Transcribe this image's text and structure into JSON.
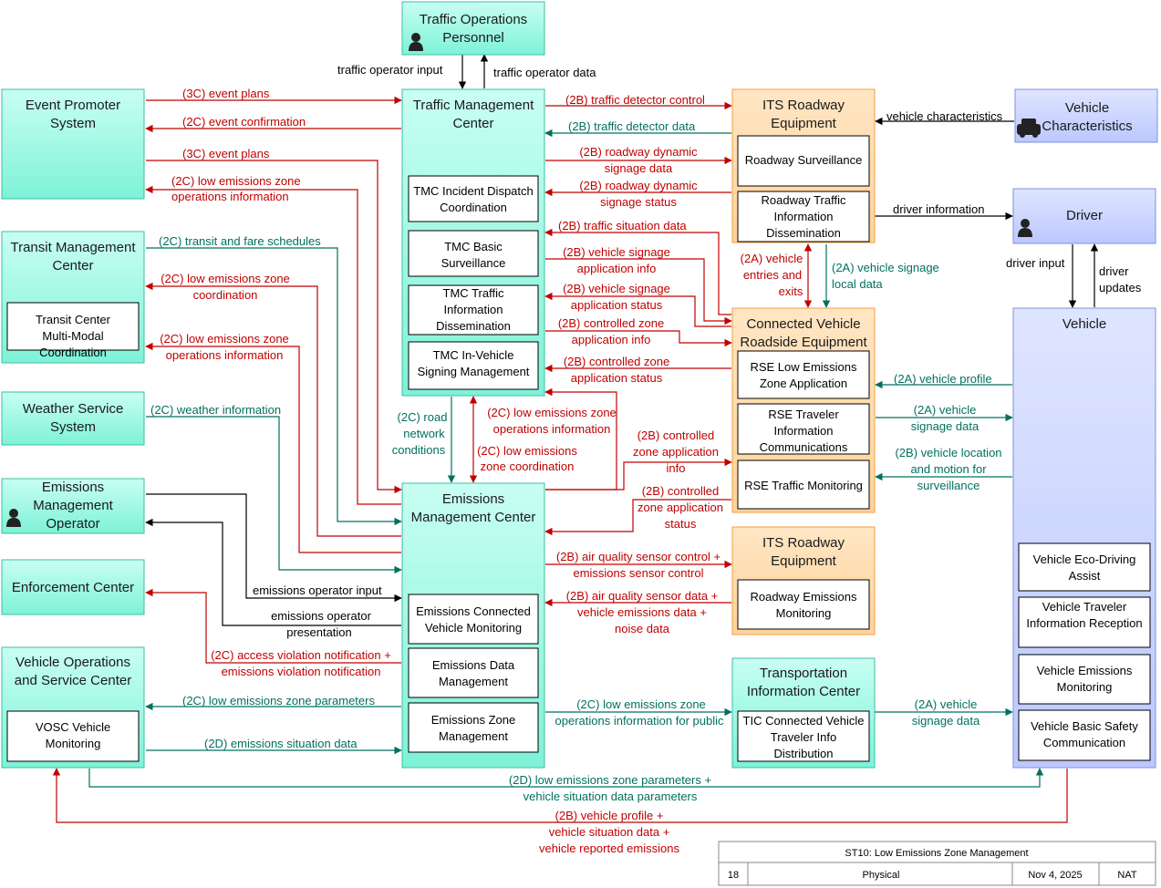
{
  "colors": {
    "red": "#c00000",
    "teal": "#00705f",
    "center": "#9ffce8",
    "center_edge": "#3bbfa0",
    "field": "#ffd7a0",
    "field_edge": "#f0a040",
    "vehicle": "#c8d2ff",
    "vehicle_edge": "#7f8fe0"
  },
  "entities": {
    "top": "Traffic Operations Personnel",
    "event": "Event Promoter System",
    "tmc": "Traffic Management Center",
    "its1": "ITS Roadway Equipment",
    "vchar": "Vehicle Characteristics",
    "transit": "Transit Management Center",
    "driver": "Driver",
    "cvre": "Connected Vehicle Roadside Equipment",
    "vehicle": "Vehicle",
    "weather": "Weather Service System",
    "emop": "Emissions Management Operator",
    "emc": "Emissions Management Center",
    "its2": "ITS Roadway Equipment",
    "enf": "Enforcement Center",
    "vosc": "Vehicle Operations and Service Center",
    "tic": "Transportation Information Center"
  },
  "subsystems": {
    "tmc1": "TMC Incident Dispatch Coordination",
    "tmc2": "TMC Basic Surveillance",
    "tmc3": "TMC Traffic Information Dissemination",
    "tmc4": "TMC In-Vehicle Signing Management",
    "its1a": "Roadway Surveillance",
    "its1b": "Roadway Traffic Information Dissemination",
    "transit1": "Transit Center Multi-Modal Coordination",
    "cv1": "RSE Low Emissions Zone Application",
    "cv2": "RSE Traveler Information Communications",
    "cv3": "RSE Traffic Monitoring",
    "veh1": "Vehicle Eco-Driving Assist",
    "veh2": "Vehicle Traveler Information Reception",
    "veh3": "Vehicle Emissions Monitoring",
    "veh4": "Vehicle Basic Safety Communication",
    "emc1": "Emissions Connected Vehicle Monitoring",
    "emc2": "Emissions Data Management",
    "emc3": "Emissions Zone Management",
    "its2a": "Roadway Emissions Monitoring",
    "vosc1": "VOSC Vehicle Monitoring",
    "tic1": "TIC Connected Vehicle Traveler Info Distribution"
  },
  "flows": {
    "f_op_in": "traffic operator input",
    "f_op_data": "traffic operator data",
    "f_ev1": "(3C) event plans",
    "f_ev2": "(2C) event confirmation",
    "f_ev3": "(3C) event plans",
    "f_ev4a": "(2C) low emissions zone",
    "f_ev4b": "operations information",
    "f_tdc": "(2B) traffic detector control",
    "f_tdd": "(2B) traffic detector data",
    "f_rds1": "(2B) roadway dynamic",
    "f_rds1b": "signage data",
    "f_rds2": "(2B) roadway dynamic",
    "f_rds2b": "signage status",
    "f_tsd": "(2B) traffic situation data",
    "f_vsa1": "(2B) vehicle signage",
    "f_vsa1b": "application info",
    "f_vsa2": "(2B) vehicle signage",
    "f_vsa2b": "application status",
    "f_cz1": "(2B) controlled zone",
    "f_cz1b": "application info",
    "f_cz2": "(2B) controlled zone",
    "f_cz2b": "application status",
    "f_vchar": "vehicle characteristics",
    "f_drvinfo": "driver information",
    "f_drvin": "driver input",
    "f_drvup1": "driver",
    "f_drvup2": "updates",
    "f_tfs": "(2C) transit and fare schedules",
    "f_tc1": "(2C) low emissions zone",
    "f_tc1b": "coordination",
    "f_tc2": "(2C) low emissions zone",
    "f_tc2b": "operations information",
    "f_vee1": "(2A) vehicle",
    "f_vee2": "entries and",
    "f_vee3": "exits",
    "f_vsl1": "(2A) vehicle signage",
    "f_vsl2": "local data",
    "f_vp": "(2A) vehicle profile",
    "f_vsd1": "(2A) vehicle",
    "f_vsd2": "signage data",
    "f_vlm1": "(2B) vehicle location",
    "f_vlm2": "and motion for",
    "f_vlm3": "surveillance",
    "f_wx": "(2C) weather information",
    "f_rn1": "(2C) road",
    "f_rn2": "network",
    "f_rn3": "conditions",
    "f_lez1": "(2C) low emissions zone",
    "f_lez1b": "operations information",
    "f_lez2": "(2C) low emissions",
    "f_lez2b": "zone coordination",
    "f_cza1": "(2B) controlled",
    "f_cza1b": "zone application",
    "f_cza1c": "info",
    "f_cza2": "(2B) controlled",
    "f_cza2b": "zone application",
    "f_cza2c": "status",
    "f_aq1": "(2B) air quality sensor control +",
    "f_aq1b": "emissions sensor control",
    "f_aq2": "(2B) air quality sensor data +",
    "f_aq2b": "vehicle emissions data +",
    "f_aq2c": "noise data",
    "f_eoi": "emissions operator input",
    "f_eop1": "emissions operator",
    "f_eop2": "presentation",
    "f_av1": "(2C) access violation notification +",
    "f_av2": "emissions violation notification",
    "f_lzp": "(2C) low emissions zone parameters",
    "f_esd": "(2D) emissions situation data",
    "f_pub1": "(2C) low emissions zone",
    "f_pub2": "operations information for public",
    "f_vsd3": "(2A) vehicle",
    "f_vsd4": "signage data",
    "f_vp2a": "(2D) low emissions zone parameters +",
    "f_vp2b": "vehicle situation data parameters",
    "f_vp3a": "(2B) vehicle profile +",
    "f_vp3b": "vehicle situation data +",
    "f_vp3c": "vehicle reported emissions"
  },
  "footer": {
    "title": "ST10: Low Emissions Zone Management",
    "number": "18",
    "view": "Physical",
    "date": "Nov 4, 2025",
    "tag": "NAT"
  },
  "icons": [
    "person-icon",
    "car-icon"
  ]
}
